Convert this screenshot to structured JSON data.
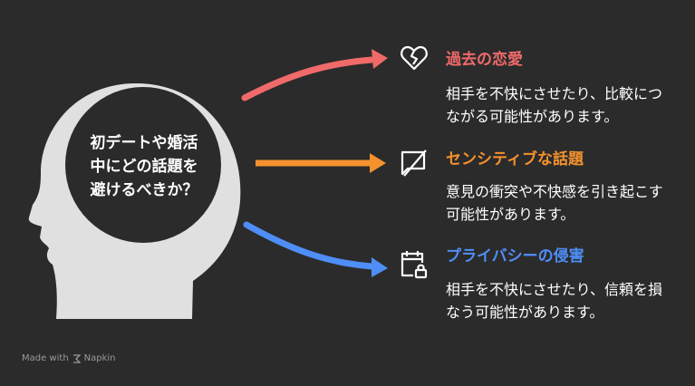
{
  "head": {
    "question_line1": "初デートや婚活",
    "question_line2": "中にどの話題を",
    "question_line3": "避けるべきか？"
  },
  "items": [
    {
      "title": "過去の恋愛",
      "description": "相手を不快にさせたり、比較につながる可能性があります。",
      "icon": "broken-heart-icon",
      "color": "#f06a6a"
    },
    {
      "title": "センシティブな話題",
      "description": "意見の衝突や不快感を引き起こす可能性があります。",
      "icon": "chat-off-icon",
      "color": "#f5922e"
    },
    {
      "title": "プライバシーの侵害",
      "description": "相手を不快にさせたり、信頼を損なう可能性があります。",
      "icon": "calendar-lock-icon",
      "color": "#4f8ef7"
    }
  ],
  "footer": {
    "made_with": "Made with",
    "brand": "Napkin"
  }
}
